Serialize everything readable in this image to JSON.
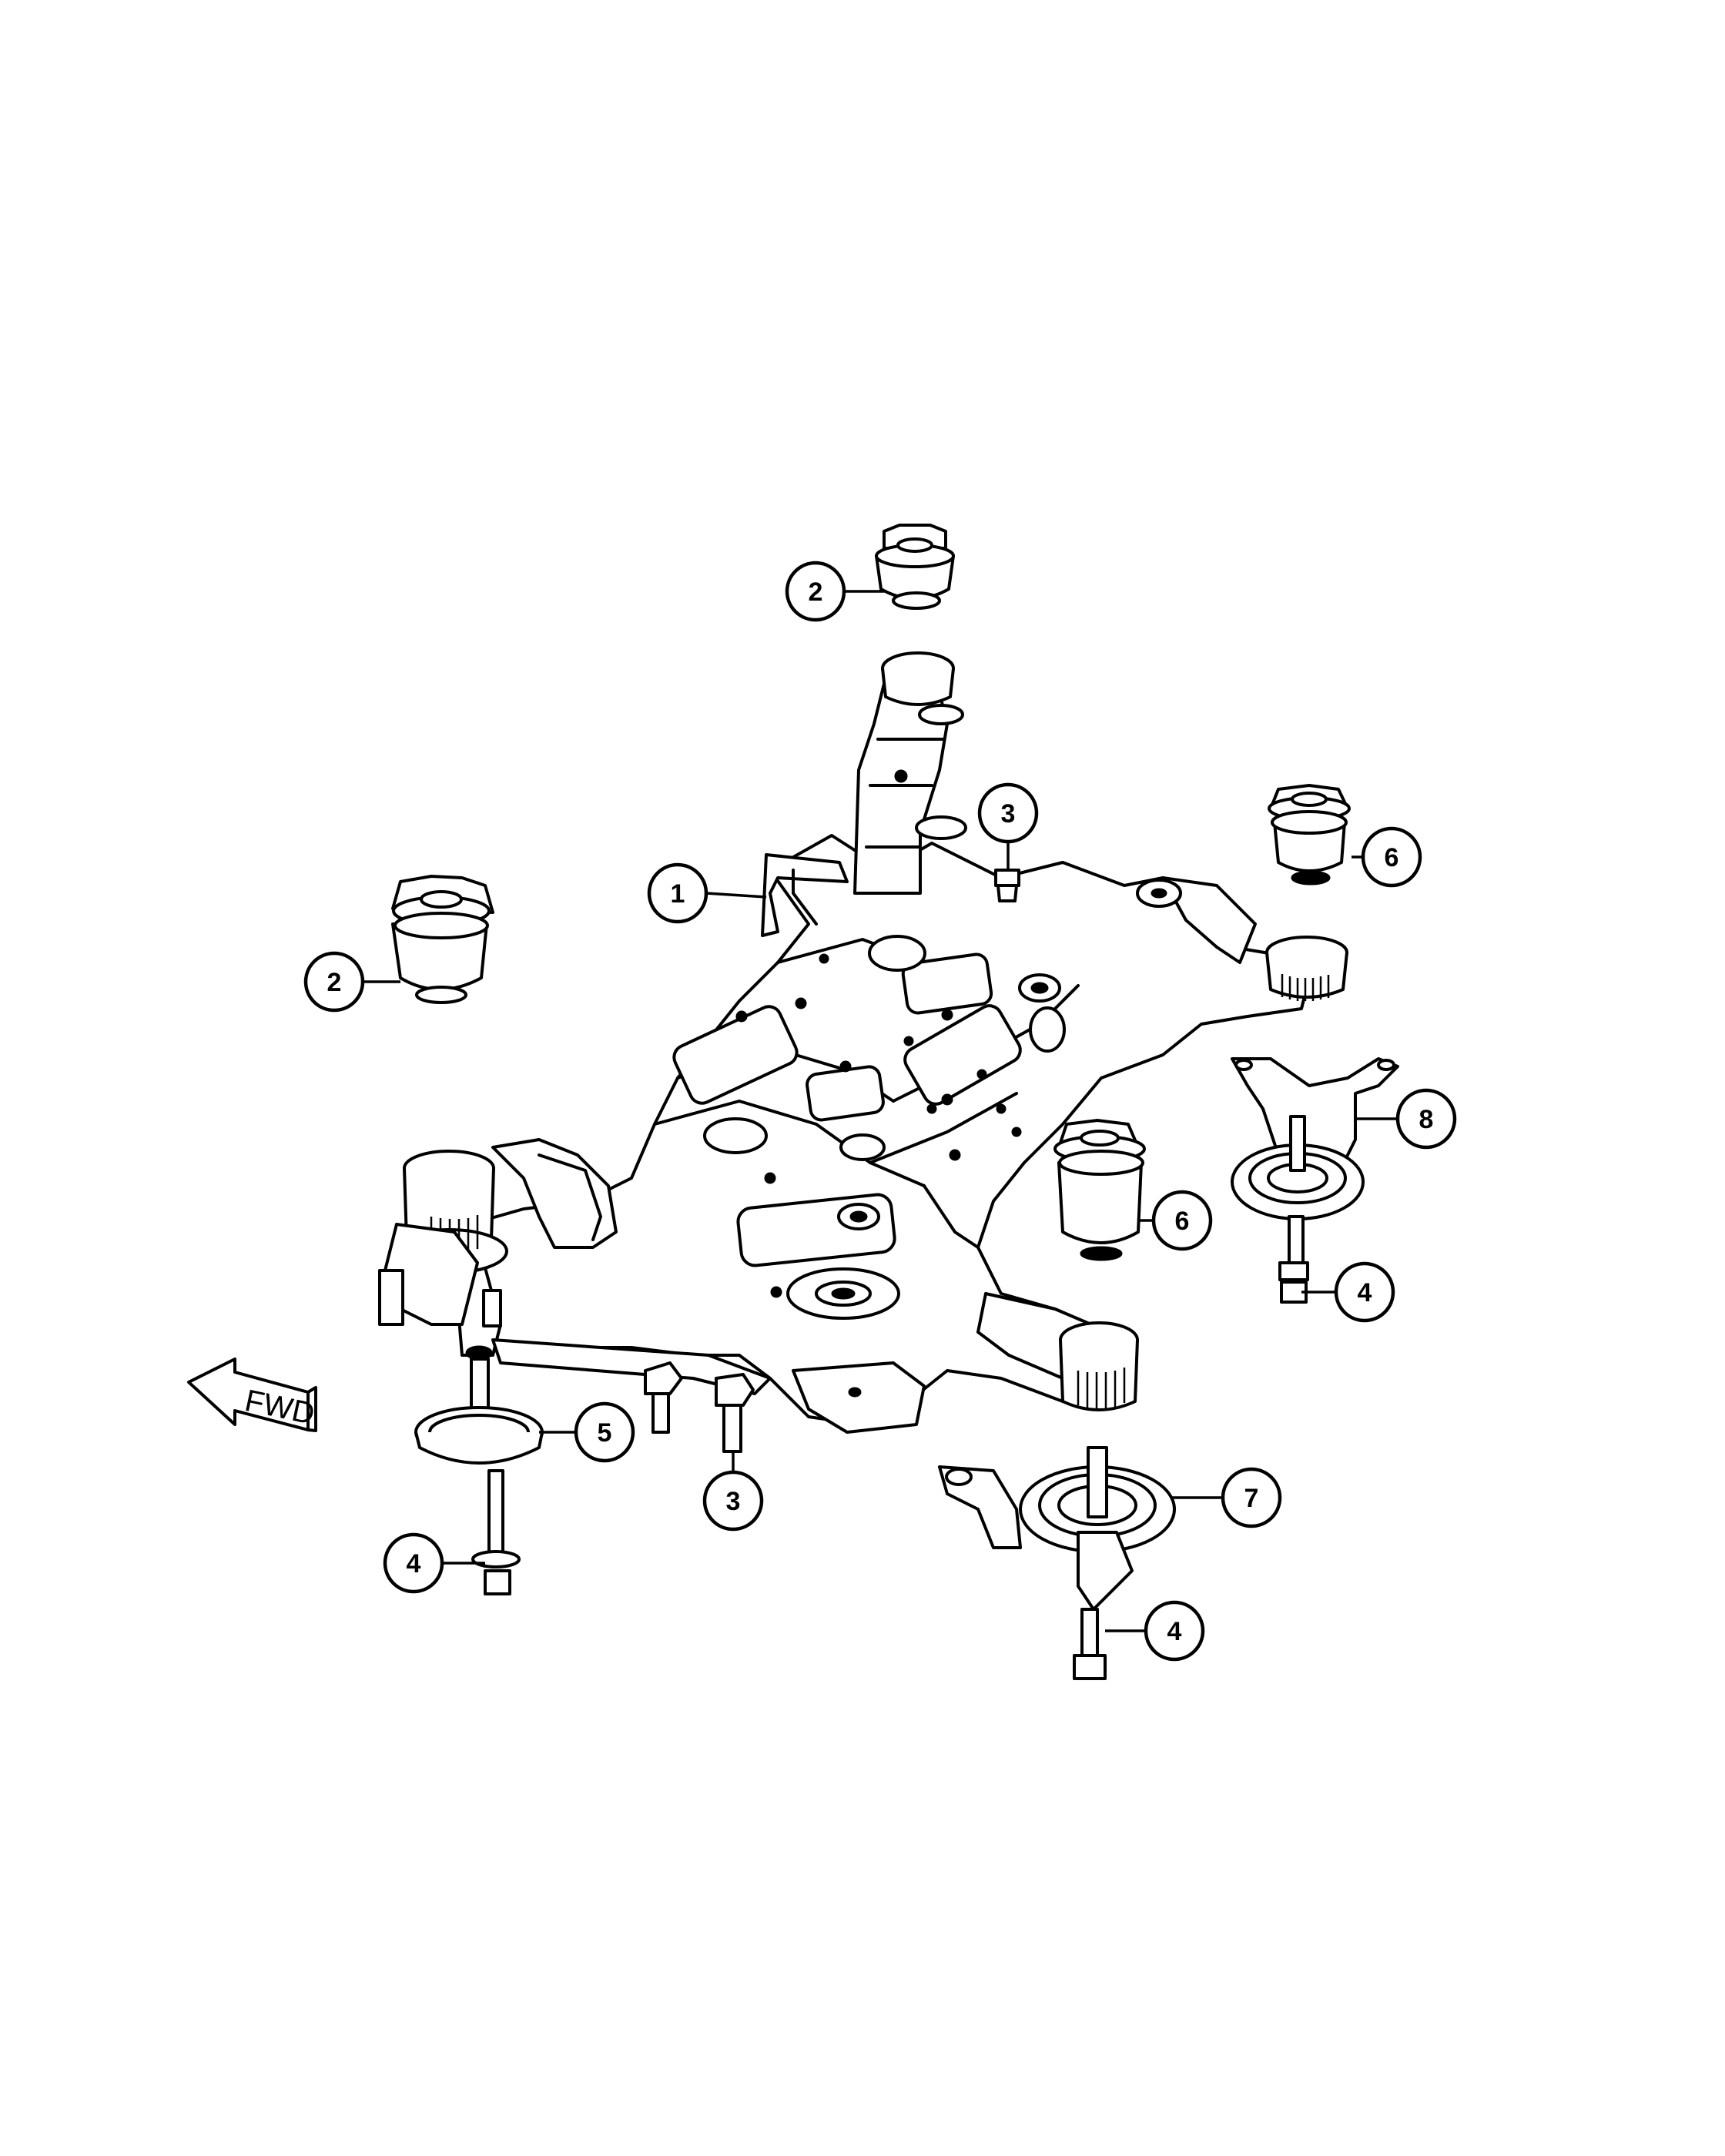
{
  "callouts": [
    {
      "id": "2-top",
      "number": "2"
    },
    {
      "id": "3-upper",
      "number": "3"
    },
    {
      "id": "6-upper",
      "number": "6"
    },
    {
      "id": "1",
      "number": "1"
    },
    {
      "id": "2-left",
      "number": "2"
    },
    {
      "id": "8",
      "number": "8"
    },
    {
      "id": "6-lower",
      "number": "6"
    },
    {
      "id": "4-right",
      "number": "4"
    },
    {
      "id": "5",
      "number": "5"
    },
    {
      "id": "3-lower",
      "number": "3"
    },
    {
      "id": "7",
      "number": "7"
    },
    {
      "id": "4-left",
      "number": "4"
    },
    {
      "id": "4-bottom",
      "number": "4"
    }
  ],
  "direction_arrow": {
    "label": "FWD"
  },
  "icons": {
    "direction": "arrow-left-icon"
  }
}
